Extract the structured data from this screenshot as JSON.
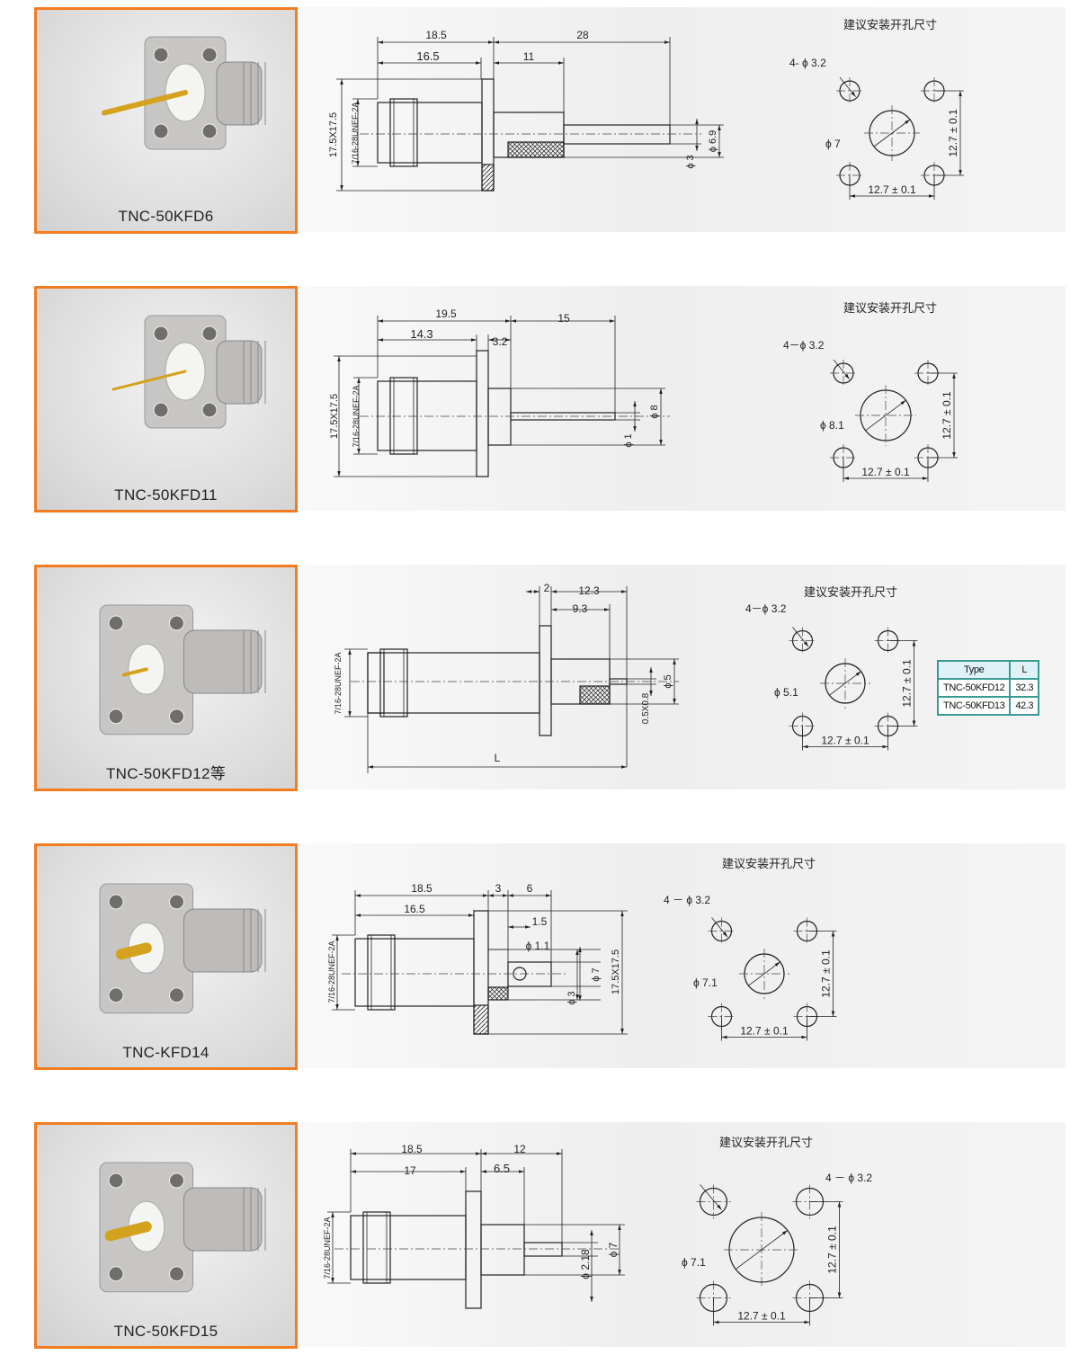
{
  "hole_section_title": "建议安装开孔尺寸",
  "products": [
    {
      "name": "TNC-50KFD6",
      "dims": [
        "18.5",
        "28",
        "16.5",
        "11",
        "17.5X17.5",
        "7/16-28UNEF-2A",
        "ϕ 6.9",
        "ϕ 3"
      ],
      "holes": {
        "count_dia": "4- ϕ 3.2",
        "center_dia": "ϕ 7",
        "spacing_h": "12.7 ± 0.1",
        "spacing_v": "12.7 ± 0.1"
      }
    },
    {
      "name": "TNC-50KFD11",
      "dims": [
        "19.5",
        "15",
        "14.3",
        "3.2",
        "17.5X17.5",
        "7/16-28UNEF-2A",
        "ϕ 8",
        "ϕ 1"
      ],
      "holes": {
        "count_dia": "4－ϕ 3.2",
        "center_dia": "ϕ 8.1",
        "spacing_h": "12.7 ± 0.1",
        "spacing_v": "12.7 ± 0.1"
      }
    },
    {
      "name": "TNC-50KFD12等",
      "dims": [
        "2",
        "12.3",
        "9.3",
        "L",
        "7/16-28UNEF-2A",
        "0.5X0.8",
        "ϕ 5"
      ],
      "holes": {
        "count_dia": "4－ϕ 3.2",
        "center_dia": "ϕ 5.1",
        "spacing_h": "12.7 ± 0.1",
        "spacing_v": "12.7 ± 0.1"
      },
      "table": {
        "headers": [
          "Type",
          "L"
        ],
        "rows": [
          [
            "TNC-50KFD12",
            "32.3"
          ],
          [
            "TNC-50KFD13",
            "42.3"
          ]
        ]
      }
    },
    {
      "name": "TNC-KFD14",
      "dims": [
        "18.5",
        "3",
        "6",
        "16.5",
        "1.5",
        "ϕ 1.1",
        "ϕ 7",
        "ϕ 3",
        "17.5X17.5",
        "7/16-28UNEF-2A"
      ],
      "holes": {
        "count_dia": "4 － ϕ 3.2",
        "center_dia": "ϕ 7.1",
        "spacing_h": "12.7 ± 0.1",
        "spacing_v": "12.7 ± 0.1"
      }
    },
    {
      "name": "TNC-50KFD15",
      "dims": [
        "18.5",
        "12",
        "17",
        "6.5",
        "7/16-28UNEF-2A",
        "ϕ 2.18",
        "ϕ 7"
      ],
      "holes": {
        "count_dia": "4 － ϕ 3.2",
        "center_dia": "ϕ 7.1",
        "spacing_h": "12.7  ±  0.1",
        "spacing_v": "12.7  ±  0.1"
      }
    }
  ],
  "colors": {
    "frame": "#f47c20",
    "table_border": "#3a9b92",
    "table_header": "#dff2f7"
  }
}
